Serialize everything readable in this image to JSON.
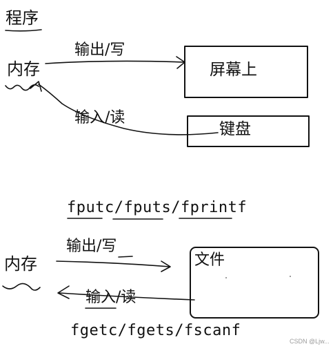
{
  "title": "程序",
  "top": {
    "memory": "内存",
    "output": "输出/写",
    "input": "输入/读",
    "screen": "屏幕上",
    "keyboard": "键盘"
  },
  "bottom": {
    "output_funcs": "fputc/fputs/fprintf",
    "memory": "内存",
    "output": "输出/写",
    "input": "输入/读",
    "file": "文件",
    "input_funcs": "fgetc/fgets/fscanf"
  },
  "watermark": "CSDN @Ljw..."
}
